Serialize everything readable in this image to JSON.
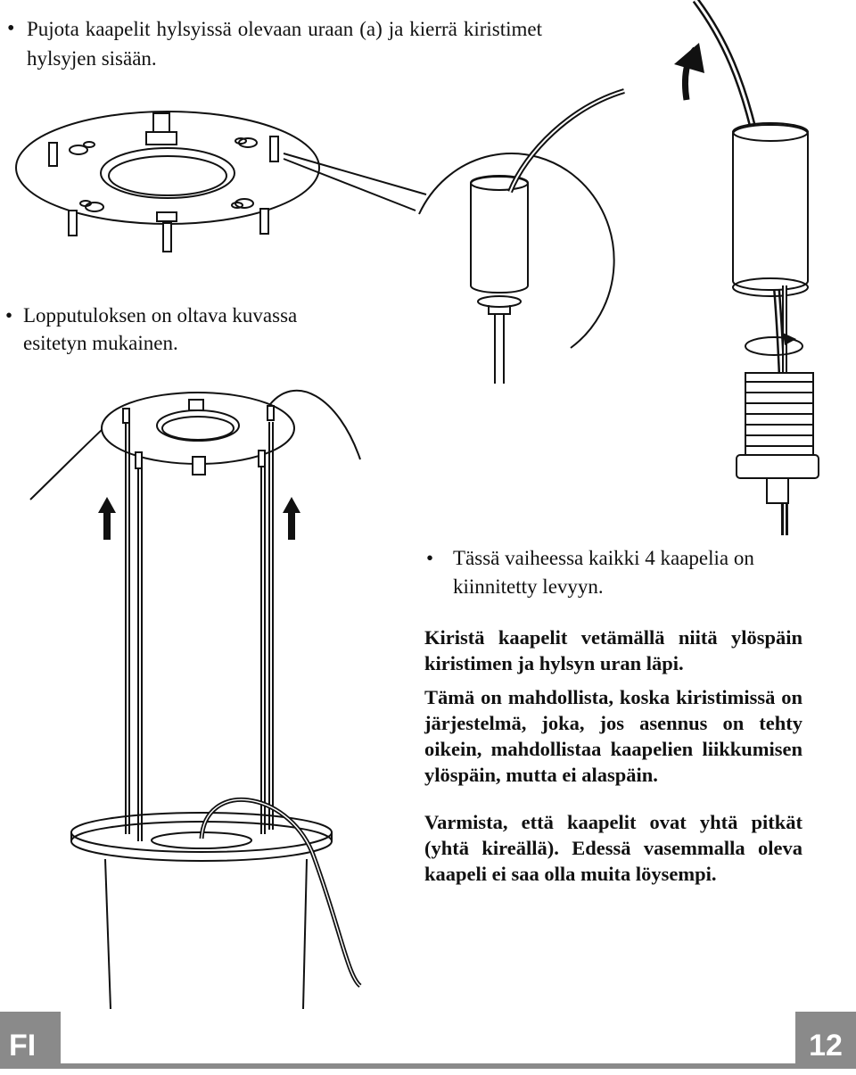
{
  "instructions": {
    "step1_bullet": "•",
    "step1_text": "Pujota kaapelit hylsyissä olevaan uraan (a) ja kierrä kiristimet hylsyjen sisään.",
    "step2_bullet": "•",
    "step2_text": "Lopputuloksen on oltava kuvassa esitetyn mukainen.",
    "step3_bullet": "•",
    "step3_text": "Tässä vaiheessa kaikki 4 kaapelia on kiinnitetty levyyn.",
    "para_tighten": "Kiristä kaapelit vetämällä niitä ylöspäin kiristimen ja hylsyn uran läpi.",
    "para_system": "Tämä on mahdollista, koska kiristimissä on järjestelmä, joka, jos asennus on tehty oikein, mahdollistaa kaapelien liikkumisen ylöspäin, mutta ei alaspäin.",
    "para_check": "Varmista, että kaapelit ovat yhtä pitkät (yhtä kireällä). Edessä vasemmalla oleva kaapeli ei saa olla muita löysempi."
  },
  "footer": {
    "language": "FI",
    "page_number": "12"
  }
}
